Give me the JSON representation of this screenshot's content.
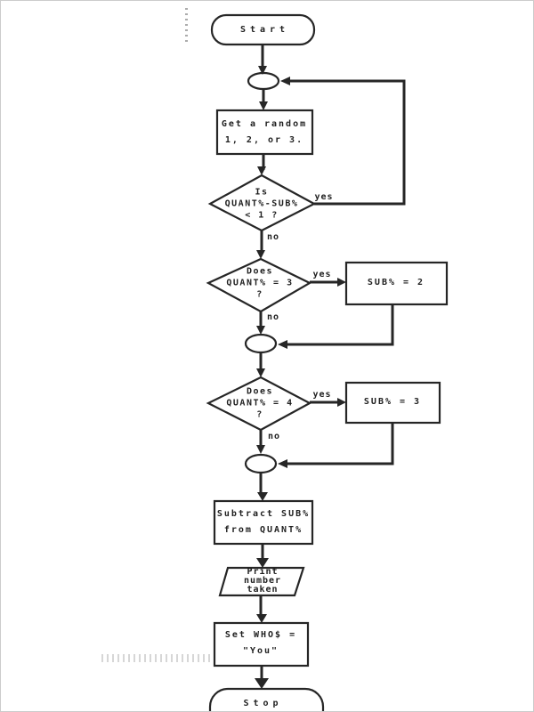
{
  "colors": {
    "ink": "#262626",
    "paper": "#ffffff",
    "frame": "#cccccc"
  },
  "flowchart": {
    "start": {
      "type": "terminal",
      "label": "Start"
    },
    "get_random": {
      "type": "process",
      "label": "Get a random\n1, 2, or 3."
    },
    "decision1": {
      "type": "decision",
      "label": "Is\nQUANT%-SUB%\n< 1 ?",
      "yes": "yes",
      "no": "no"
    },
    "decision2": {
      "type": "decision",
      "label": "Does\nQUANT% = 3\n?",
      "yes": "yes",
      "no": "no"
    },
    "sub2": {
      "type": "process",
      "label": "SUB% = 2"
    },
    "decision3": {
      "type": "decision",
      "label": "Does\nQUANT% = 4\n?",
      "yes": "yes",
      "no": "no"
    },
    "sub3": {
      "type": "process",
      "label": "SUB% = 3"
    },
    "subtract": {
      "type": "process",
      "label": "Subtract SUB%\nfrom QUANT%"
    },
    "print_taken": {
      "type": "input-output",
      "label": "Print\nnumber\ntaken"
    },
    "set_who": {
      "type": "process",
      "label": "Set WHO$ =\n\"You\""
    },
    "stop": {
      "type": "terminal",
      "label": "Stop"
    }
  }
}
